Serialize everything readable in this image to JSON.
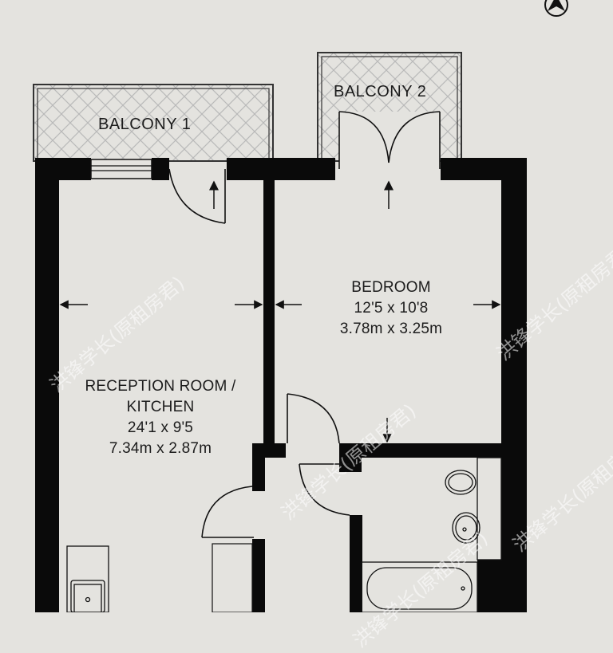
{
  "floorplan": {
    "compass": {
      "icon": "north-arrow-icon"
    },
    "balconies": [
      {
        "label": "BALCONY 1"
      },
      {
        "label": "BALCONY 2"
      }
    ],
    "rooms": {
      "bedroom": {
        "name": "BEDROOM",
        "imperial": "12'5 x 10'8",
        "metric": "3.78m x 3.25m"
      },
      "reception": {
        "name_line1": "RECEPTION ROOM /",
        "name_line2": "KITCHEN",
        "imperial": "24'1 x 9'5",
        "metric": "7.34m x 2.87m"
      },
      "bathroom": {
        "fixtures": [
          "toilet",
          "basin",
          "bath"
        ]
      }
    },
    "colors": {
      "background": "#e4e3df",
      "wall": "#0a0a0a",
      "hatch": "#b9b9b9"
    },
    "watermark": "洪锋学长(原租房君)"
  }
}
